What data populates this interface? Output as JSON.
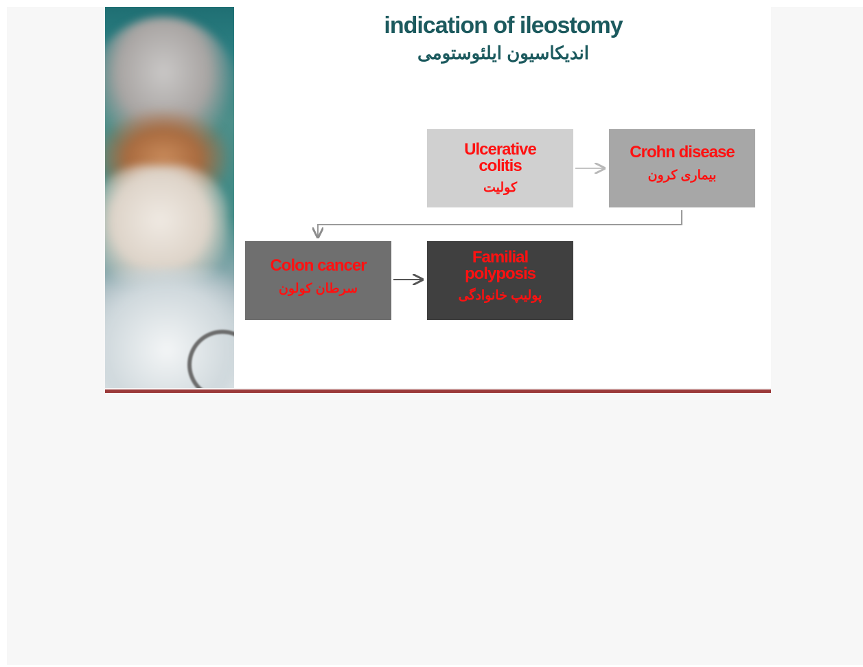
{
  "slide": {
    "title_en": "indication of ileostomy",
    "title_fa": "اندیکاسیون ایلئوستومی"
  },
  "boxes": {
    "ulcerative_colitis": {
      "en": "Ulcerative colitis",
      "fa": "کولیت"
    },
    "crohn_disease": {
      "en": "Crohn disease",
      "fa": "بیماری کرون"
    },
    "colon_cancer": {
      "en": "Colon cancer",
      "fa": "سرطان کولون"
    },
    "familial_polyposis": {
      "en": "Familial polyposis",
      "fa": "پولیپ خانوادگی"
    }
  },
  "colors": {
    "title": "#1c5a5e",
    "label_red": "#ff1111",
    "slide_rule": "#9b3a3a",
    "box_light": "#d0d0d0",
    "box_mid": "#a7a7a7",
    "box_dark": "#6f6f6f",
    "box_darkest": "#404040"
  }
}
